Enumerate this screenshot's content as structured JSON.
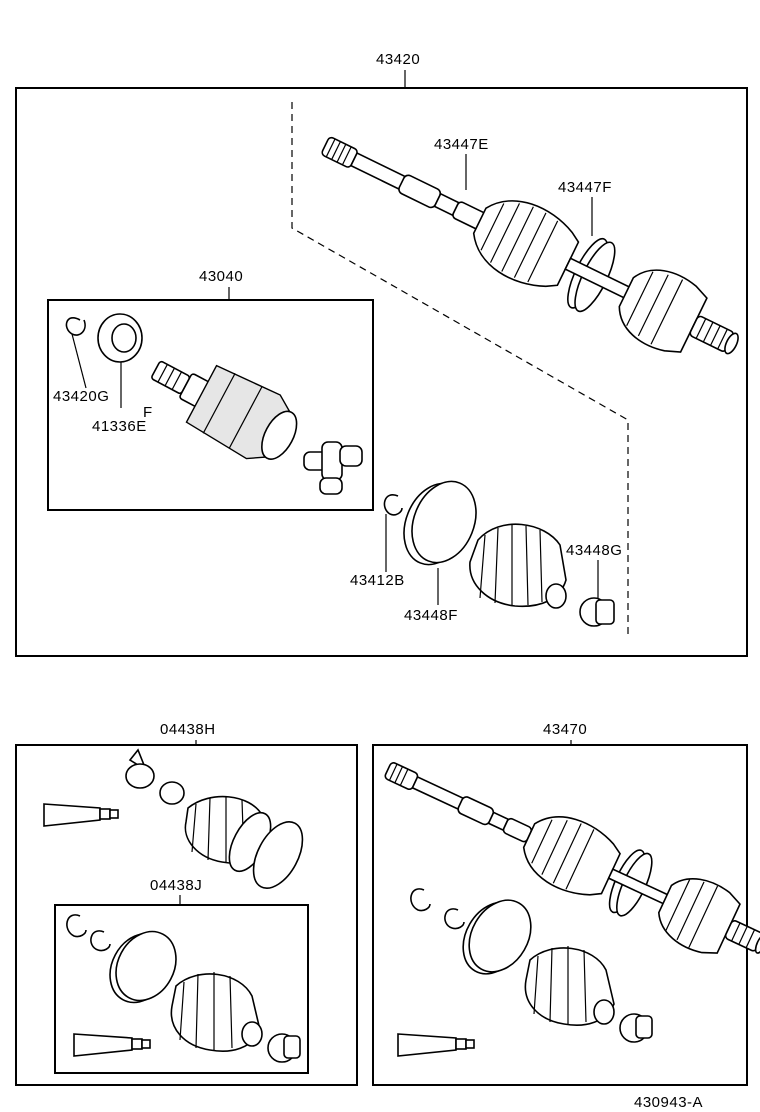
{
  "labels": {
    "p43420": "43420",
    "p43447E": "43447E",
    "p43447F": "43447F",
    "p43040": "43040",
    "p43420G": "43420G",
    "p41336E": "41336E",
    "p41336E_mark": "F",
    "p43412B": "43412B",
    "p43448F": "43448F",
    "p43448G": "43448G",
    "p04438H": "04438H",
    "p04438J": "04438J",
    "p43470": "43470",
    "figure_code": "430943-A"
  }
}
